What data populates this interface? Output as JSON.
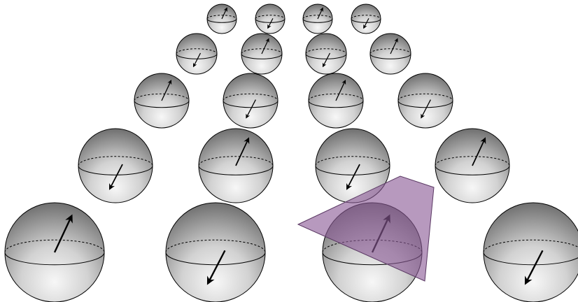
{
  "diagram": {
    "description_visible_text": "",
    "colors": {
      "background": "#ffffff",
      "sphere_light": "#f4f4f4",
      "sphere_mid": "#b8b8b8",
      "sphere_dark": "#7a7a7a",
      "outline": "#000000",
      "plane_fill": "#8b5a96",
      "plane_opacity": 0.62
    },
    "rows": [
      {
        "row": 1,
        "spins": [
          "up",
          "down",
          "up",
          "down"
        ]
      },
      {
        "row": 2,
        "spins": [
          "down",
          "up",
          "down",
          "up"
        ]
      },
      {
        "row": 3,
        "spins": [
          "up",
          "down",
          "up",
          "down"
        ]
      },
      {
        "row": 4,
        "spins": [
          "down",
          "up",
          "down",
          "up"
        ]
      },
      {
        "row": 5,
        "spins": [
          "up",
          "down",
          "up",
          "down"
        ]
      }
    ],
    "highlighted": {
      "row": 5,
      "column": 3,
      "icon": "purple-plane"
    }
  }
}
